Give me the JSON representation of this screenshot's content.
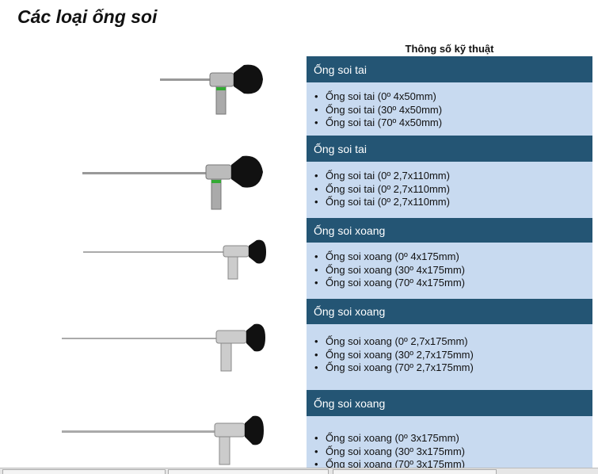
{
  "title": "Các loại ống soi",
  "spec_header": "Thông số kỹ thuật",
  "sections": [
    {
      "header": "Ống soi tai",
      "items": [
        "Ống soi tai (0º 4x50mm)",
        "Ống soi tai (30º 4x50mm)",
        "Ống soi tai (70º 4x50mm)"
      ]
    },
    {
      "header": "Ống soi tai",
      "items": [
        "Ống soi tai (0º 2,7x110mm)",
        "Ống soi tai (0º 2,7x110mm)",
        "Ống soi tai (0º 2,7x110mm)"
      ]
    },
    {
      "header": "Ống soi xoang",
      "items": [
        "Ống soi xoang (0º 4x175mm)",
        "Ống soi xoang (30º 4x175mm)",
        "Ống soi xoang (70º 4x175mm)"
      ]
    },
    {
      "header": "Ống soi xoang",
      "items": [
        "Ống soi xoang (0º 2,7x175mm)",
        "Ống soi xoang (30º 2,7x175mm)",
        "Ống soi xoang (70º 2,7x175mm)"
      ]
    },
    {
      "header": "Ống soi xoang",
      "items": [
        "Ống soi xoang (0º 3x175mm)",
        "Ống soi xoang (30º 3x175mm)",
        "Ống soi xoang (70º 3x175mm)"
      ]
    }
  ],
  "colors": {
    "header_bg": "#245574",
    "body_bg": "#c8daf0"
  }
}
